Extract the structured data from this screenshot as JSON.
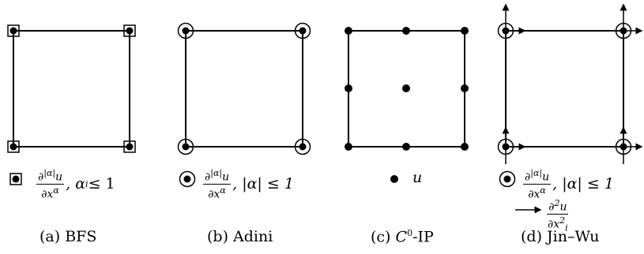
{
  "panels": [
    {
      "id": "bfs",
      "caption_prefix": "(a) ",
      "caption_main": "BFS",
      "caption_sup": "",
      "caption_suffix": "",
      "legend_frac_num_pre": "∂",
      "legend_frac_num_sup": "|α|",
      "legend_frac_num_post": "u",
      "legend_frac_den_pre": "∂x",
      "legend_frac_den_sup": "α",
      "legend_tail": ", α",
      "legend_tail_sub": "i",
      "legend_tail_end": " ≤ 1"
    },
    {
      "id": "adini",
      "caption_prefix": "(b) ",
      "caption_main": "Adini",
      "caption_sup": "",
      "caption_suffix": "",
      "legend_frac_num_pre": "∂",
      "legend_frac_num_sup": "|α|",
      "legend_frac_num_post": "u",
      "legend_frac_den_pre": "∂x",
      "legend_frac_den_sup": "α",
      "legend_tail": ", |α| ≤ 1"
    },
    {
      "id": "c0ip",
      "caption_prefix": "(c) ",
      "caption_main": "C",
      "caption_sup": "0",
      "caption_suffix": "-IP",
      "legend_text": "u"
    },
    {
      "id": "jinwu",
      "caption_prefix": "(d) ",
      "caption_main": "Jin–Wu",
      "caption_sup": "",
      "caption_suffix": "",
      "legend_frac_num_pre": "∂",
      "legend_frac_num_sup": "|α|",
      "legend_frac_num_post": "u",
      "legend_frac_den_pre": "∂x",
      "legend_frac_den_sup": "α",
      "legend_tail": ", |α| ≤ 1",
      "legend2_num_pre": "∂",
      "legend2_num_sup": "2",
      "legend2_num_post": "u",
      "legend2_den_pre": "∂x",
      "legend2_den_sup": "2",
      "legend2_den_sub": "i"
    }
  ],
  "colors": {
    "line": "#000000",
    "dot": "#000000",
    "background": "#ffffff"
  },
  "icons": [
    "square-node-icon",
    "circle-node-icon",
    "dot-node-icon",
    "arrow-node-icon"
  ]
}
